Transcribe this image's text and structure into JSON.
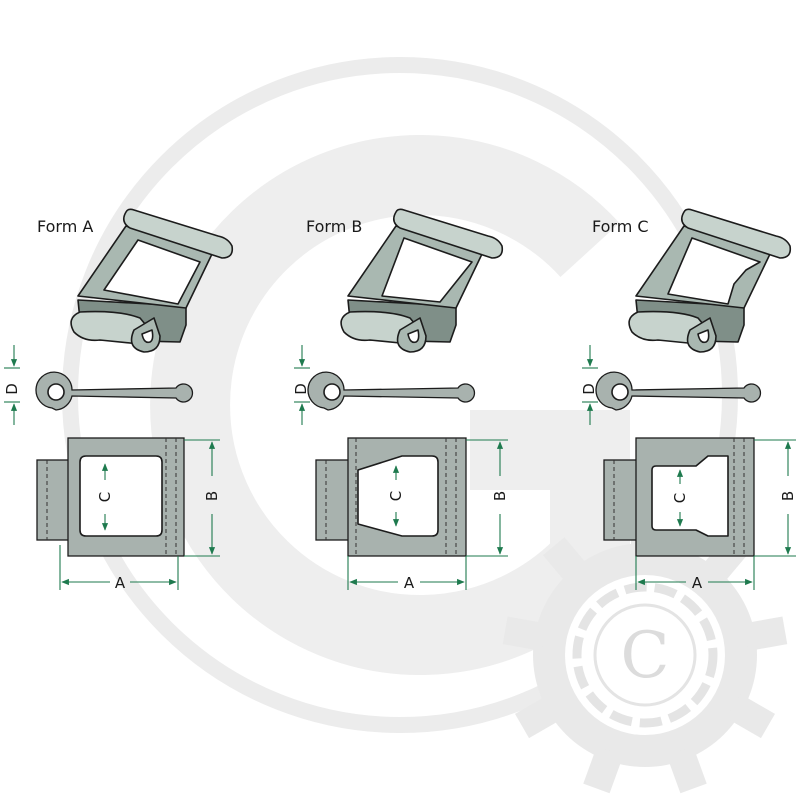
{
  "forms": [
    {
      "id": "a",
      "title": "Form A",
      "hole": "square"
    },
    {
      "id": "b",
      "title": "Form B",
      "hole": "trapezoid"
    },
    {
      "id": "c",
      "title": "Form C",
      "hole": "stepped"
    }
  ],
  "dimension_labels": {
    "a": "A",
    "b": "B",
    "c": "C",
    "d": "D"
  },
  "watermark": {
    "letter": "C",
    "color": "#e6e6e6"
  },
  "colors": {
    "metal": "#a9b8b1",
    "outline": "#1c1c1c",
    "dimension": "#1e7a4e"
  }
}
